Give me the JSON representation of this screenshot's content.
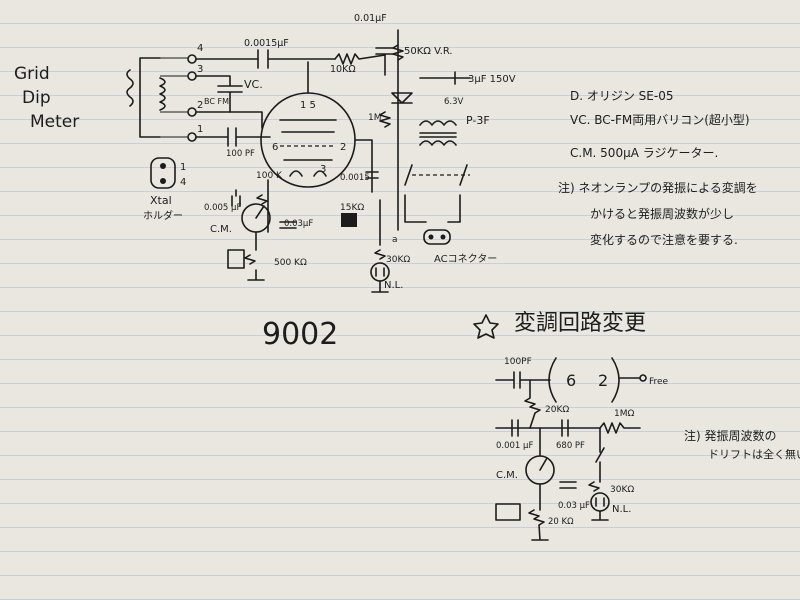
{
  "title": {
    "line1": "Grid",
    "line2": "Dip",
    "line3": "Meter"
  },
  "number": "9002",
  "crystal_label": {
    "line1": "Xtal",
    "line2": "ホルダー"
  },
  "main_circuit": {
    "coil_taps": [
      "4",
      "3",
      "2",
      "1"
    ],
    "crystal_pins": [
      "1",
      "4"
    ],
    "cap_c1": "0.0015μF",
    "cap_top": "0.01μF",
    "res_top": "10KΩ",
    "pot_vr": "50KΩ V.R.",
    "vc": "VC.",
    "vc_sub": "BC FM",
    "tube_pins_top": "1 5",
    "tube_pins_bot": "3",
    "pin6": "6",
    "pin2": "2",
    "cap_100pf": "100 PF",
    "res_100k": "100 K",
    "cap_0005": "0.005 μF",
    "cap_003": "0.03μF",
    "cm": "C.M.",
    "vr_500k": "500 KΩ",
    "res_1m": "1M",
    "cap_00015": "0.0015",
    "res_15k": "15KΩ",
    "tr_label": "P-3F",
    "rect_label": "3μF 150V",
    "heater_label": "6.3V",
    "res_30k": "30KΩ",
    "nl": "N.L.",
    "ac_connector": "ACコネクター",
    "pin_a": "a"
  },
  "legend": [
    "D. オリジン SE-05",
    "VC. BC-FM両用バリコン(超小型)",
    "C.M.   500μA ラジケーター."
  ],
  "note1": [
    "注) ネオンランプの発振による変調を",
    "かけると発振周波数が少し",
    "変化するので注意を要する."
  ],
  "mod_title": "変調回路変更",
  "mod_circuit": {
    "cap_100pf": "100PF",
    "pin6": "6",
    "pin2": "2",
    "free": "Free",
    "res_20k": "20KΩ",
    "cap_0001": "0.001 μF",
    "cap_680": "680 PF",
    "res_1m": "1MΩ",
    "cm": "C.M.",
    "cap_003": "0.03 μF",
    "res_20k_b": "20 KΩ",
    "res_30k": "30KΩ",
    "nl": "N.L."
  },
  "note2": [
    "注) 発振周波数の",
    "ドリフトは全く無い"
  ]
}
